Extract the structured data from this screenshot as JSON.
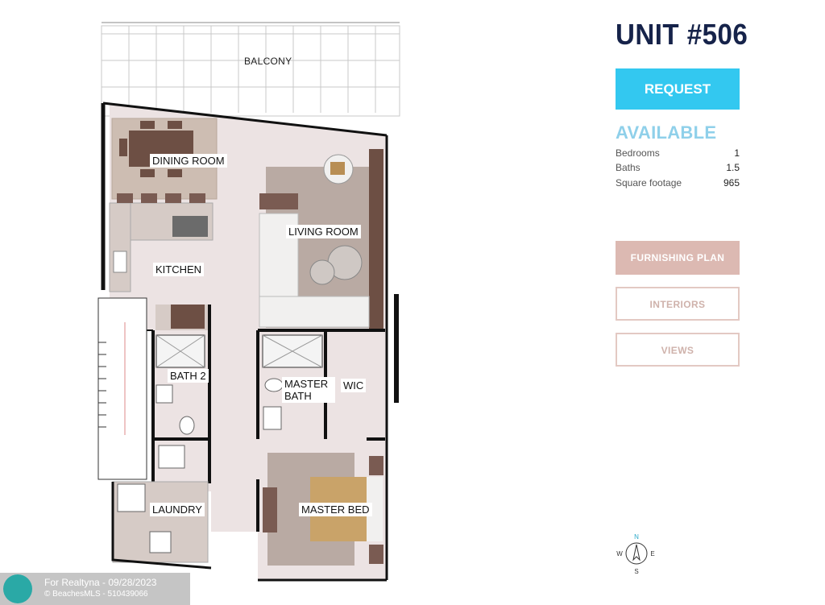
{
  "plan": {
    "rooms": {
      "balcony": "BALCONY",
      "dining_room": "DINING ROOM",
      "living_room": "LIVING ROOM",
      "kitchen": "KITCHEN",
      "bath2": "BATH 2",
      "master_bath": "MASTER BATH",
      "wic": "WIC",
      "laundry": "LAUNDRY",
      "master_bed": "MASTER BED"
    },
    "compass": {
      "n": "N",
      "s": "S",
      "e": "E",
      "w": "W"
    }
  },
  "unit": {
    "title": "UNIT #506",
    "request_label": "REQUEST",
    "status": "AVAILABLE",
    "specs": [
      {
        "label": "Bedrooms",
        "value": "1"
      },
      {
        "label": "Baths",
        "value": "1.5"
      },
      {
        "label": "Square footage",
        "value": "965"
      }
    ]
  },
  "nav": {
    "furnishing_plan": "FURNISHING PLAN",
    "interiors": "INTERIORS",
    "views": "VIEWS"
  },
  "watermark": {
    "line1": "For Realtyna - 09/28/2023",
    "line2": "© BeachesMLS - 510439066"
  },
  "colors": {
    "title": "#16234a",
    "request": "#33c8f0",
    "available": "#8fd0ea",
    "furnish_fill": "#dcb9b2",
    "outline": "#e3c9c3",
    "floor": "#ece3e3",
    "wall": "#111111"
  }
}
